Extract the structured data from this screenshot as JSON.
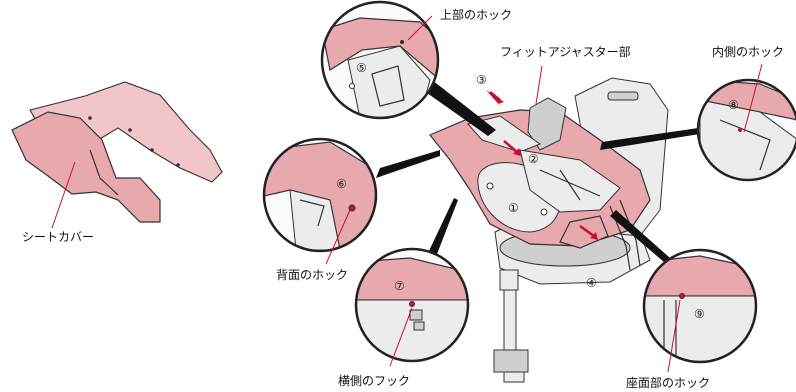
{
  "labels": {
    "seat_cover": "シートカバー",
    "upper_hook": "上部のホック",
    "fit_adjuster": "フィットアジャスター部",
    "inner_hook": "内側のホック",
    "back_hook": "背面のホック",
    "side_hook": "横側のフック",
    "seat_hook": "座面部のホック"
  },
  "markers": {
    "m1": "①",
    "m2": "②",
    "m3": "③",
    "m4": "④",
    "m5": "⑤",
    "m6": "⑥",
    "m7": "⑦",
    "m8": "⑧",
    "m9": "⑨"
  },
  "colors": {
    "cover_pink": "#e8a9ae",
    "cover_pink_light": "#f2c5c8",
    "leader_line": "#c8102e",
    "arrow": "#c8102e"
  }
}
